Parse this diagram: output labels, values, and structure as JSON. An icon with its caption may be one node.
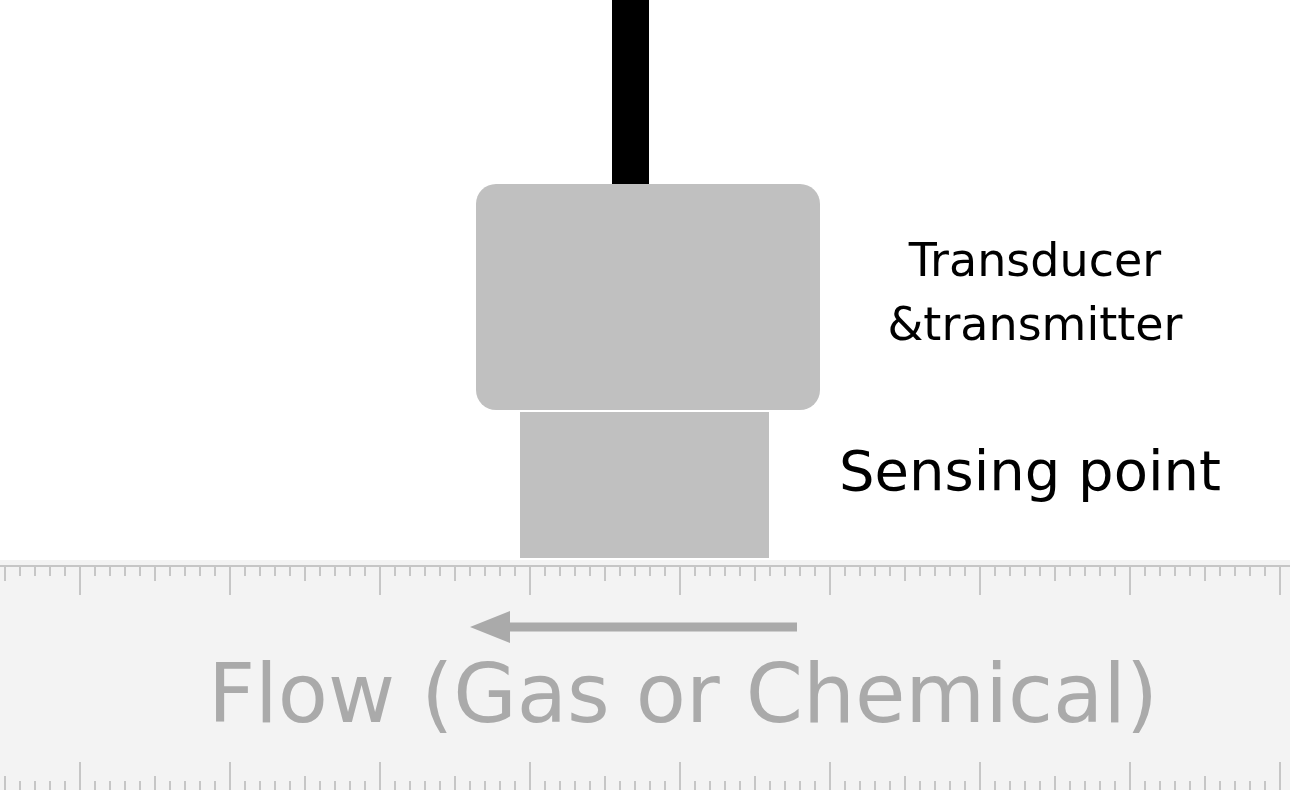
{
  "diagram": {
    "labels": [
      "Transducer &transmitter",
      "Sensing point",
      "Flow (Gas or Chemical)"
    ]
  }
}
